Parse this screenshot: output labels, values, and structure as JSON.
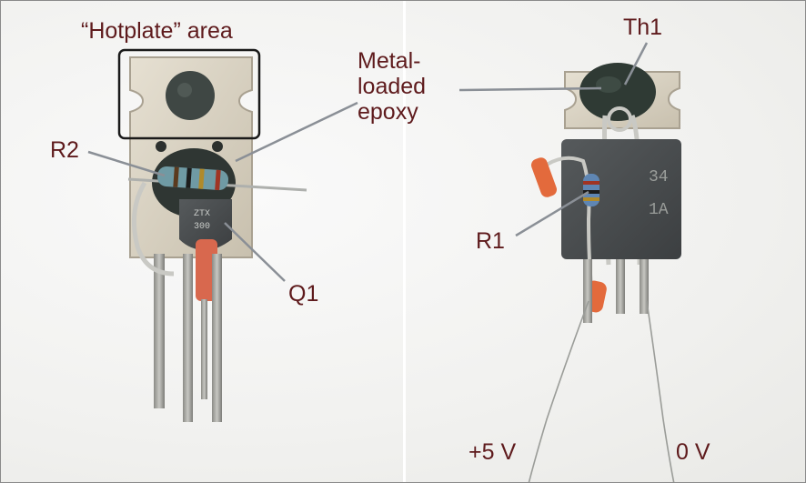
{
  "labels": {
    "hotplate_area": "“Hotplate” area",
    "metal_loaded_epoxy": [
      "Metal-",
      "loaded",
      "epoxy"
    ],
    "r2": "R2",
    "q1": "Q1",
    "th1": "Th1",
    "r1": "R1",
    "plus_5v": "+5 V",
    "zero_v": "0 V"
  },
  "chip_markings": {
    "q1_line1": "ZTX",
    "q1_line2": "300",
    "right_line1": "34",
    "right_line2": "1A"
  },
  "colors": {
    "label_text": "#5e1a1c",
    "leader_line": "#8a8f96",
    "tab_metal": "#d8d1c2",
    "package_body": "#4a4d4f",
    "epoxy": "#2f3633"
  }
}
